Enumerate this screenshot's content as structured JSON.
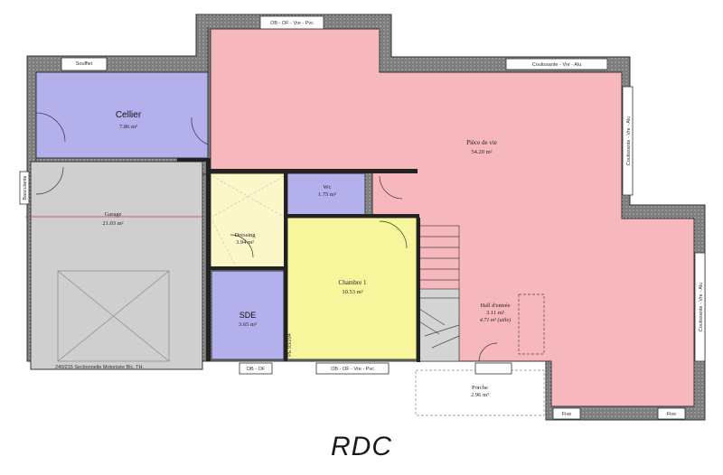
{
  "plan": {
    "title": "RDC",
    "rooms": {
      "piece_de_vie": {
        "name": "Pièce de vie",
        "area": "54.20 m²"
      },
      "cellier": {
        "name": "Cellier",
        "area": "7.86 m²"
      },
      "garage": {
        "name": "Garage",
        "area": "21.03 m²"
      },
      "wc": {
        "name": "Wc",
        "area": "1.75 m²"
      },
      "dressing": {
        "name": "Dressing",
        "area": "3.94 m²"
      },
      "chambre1": {
        "name": "Chambre 1",
        "area": "10.53 m²"
      },
      "sde": {
        "name": "SDE",
        "area": "3.65 m²"
      },
      "hall": {
        "name": "Hall d'entrée",
        "area": "3.11 m²",
        "area_utile": "4.71 m² (utile)"
      },
      "porche": {
        "name": "Porche",
        "area": "2.96 m²"
      }
    },
    "openings": {
      "top_window": "OB - OF - Vre - Pvc",
      "right_top_window": "Coulissante - Vre - Alu",
      "right_side_window": "Coulissante - Vre - Alu",
      "right_lower_window": "Coulissante - Vre - Alu",
      "cellier_vent": "Soufflet",
      "bottom_window_left": "OB - OF",
      "bottom_window_mid": "OB - OF - Vre - Pvc",
      "fixe_left": "Fixe",
      "fixe_right": "Fixe",
      "garage_door": "240/215 Sectionnelle Motorisée Blc. TH.",
      "left_wall": "Basculante",
      "pe_label": "PE 93/204"
    },
    "colors": {
      "piece_de_vie": "#f7b8bd",
      "cellier": "#b3b0ec",
      "garage": "#cfcfcf",
      "wc": "#b3b0ec",
      "dressing": "#fbf7c8",
      "chambre1": "#f7f69c",
      "sde": "#b3b0ec",
      "hall": "#f7b8bd",
      "porche": "#ffffff",
      "wall": "#6a6a6a"
    }
  }
}
